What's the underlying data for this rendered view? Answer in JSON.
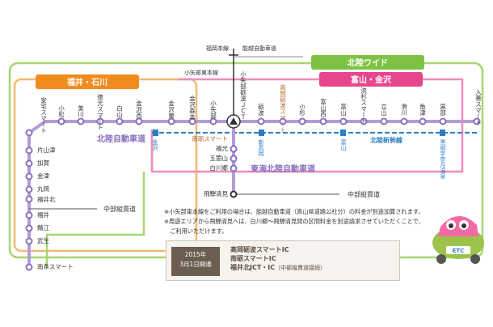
{
  "regions": {
    "hokuriku_wide": "北陸ワイド",
    "fukui_ishikawa": "福井・石川",
    "toyama_kanazawa": "富山・金沢"
  },
  "roads": {
    "hokuriku_expressway": "北陸自動車道",
    "tokai_hokuriku_expressway": "東海北陸自動車道",
    "chubu_jukan": "中部縦貫道",
    "chubu_jukan_2": "中部縦貫道",
    "hokuriku_shinkansen": "北陸新幹線",
    "fukuoka_honsen": "福岡本線",
    "noetsu": "能越自動車道",
    "oyabe_higashi": "小矢部東本線"
  },
  "stations": {
    "nanjo_smart": "南条スマート",
    "takefu": "武生",
    "sabae": "鯖江",
    "fukui": "福井",
    "fukui_kita": "福井北",
    "maruoka": "丸岡",
    "kanazu": "金津",
    "kaga": "加賀",
    "katayamazu": "片山津",
    "ataka_smart": "安宅スマート",
    "komatsu": "小松",
    "mikawa": "美川",
    "tokumitsu_smart": "徳光スマート",
    "hakusan": "白山",
    "kanazawa_nishi": "金沢西",
    "kanazawa_higashi": "金沢東",
    "kanazawa_morimoto": "金沢森本",
    "oyabe": "小矢部",
    "oyabe_tonami_jct": "小矢部砺波ＪＣＴ",
    "tonami": "砺波",
    "takaoka_tonami_smart": "高岡砺波スマート",
    "kosugi": "小杉",
    "toyama_nishi": "富山西",
    "toyama": "富山",
    "namerikawa_smart": "流杉スマート",
    "tateyama": "立山",
    "namerikawa": "滑川",
    "uozu": "魚津",
    "kurobe": "黒部",
    "asahi": "入善スマート",
    "kanazawa_sub": "金沢",
    "shin_takaoka": "新高岡",
    "toyama_sub": "富山",
    "kurobe_unazuki": "黒部宇奈月温泉",
    "minami_tonami_smart": "南砺スマート",
    "fukumitsu": "福光",
    "gokayama": "五箇山",
    "shirakawago": "白川郷",
    "hida_kiyomi": "飛騨清見"
  },
  "notes": [
    "※小矢部東本線をご利用の場合は、能越自動車道（高山県道路公社分）の料金が別途加算されます。",
    "※周遊エリアから飛騨清見へは、白川郷〜飛騨清見間の区間料金を別途請求させていただくことで、",
    "　ご利用いただけます。"
  ],
  "opening": {
    "date_line1": "2015年",
    "date_line2": "3月1日開通",
    "items": [
      "高岡砺波スマートIC",
      "南砺スマートIC",
      "福井北JCT・IC"
    ],
    "item3_suffix": "（中部縦貫道接続）"
  },
  "etc_label": "ETC",
  "colors": {
    "hokuriku_wide": "#7dc243",
    "fukui_ishikawa": "#f08c1e",
    "toyama_kanazawa": "#e8468c",
    "expressway": "#9b7fc8",
    "shinkansen": "#2a7fc4"
  }
}
